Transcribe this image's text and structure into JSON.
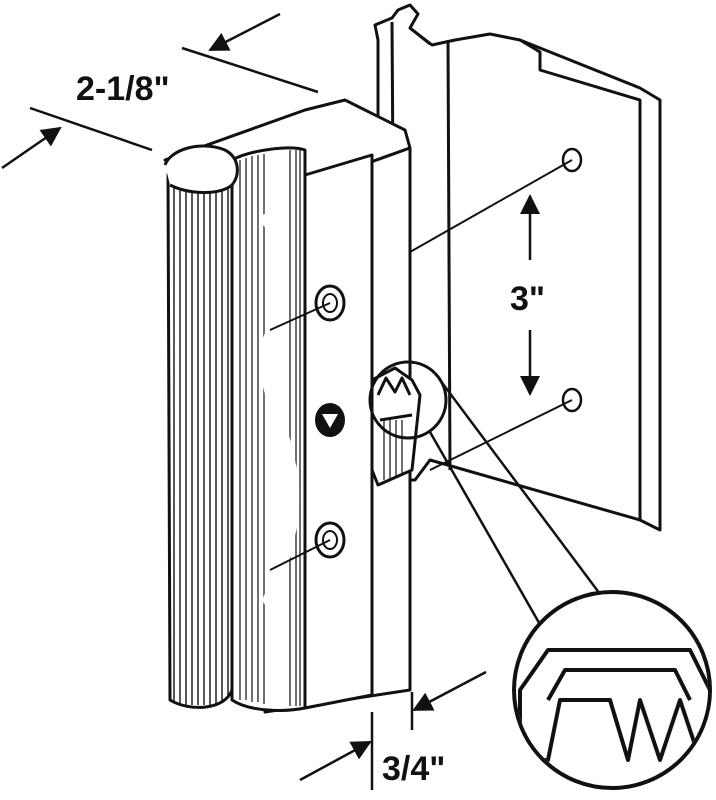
{
  "dimensions": {
    "width_label": "2-1/8\"",
    "hole_spacing_label": "3\"",
    "thickness_label": "3/4\""
  },
  "colors": {
    "ink": "#111111",
    "paper": "#ffffff",
    "shade": "#cfcfcf"
  }
}
